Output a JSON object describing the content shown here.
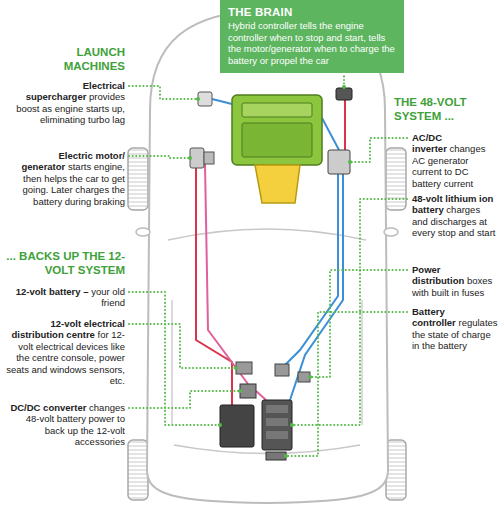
{
  "diagram": {
    "nodes": [
      {
        "text": [
          "THE BRAIN",
          "Hybrid controller tells the engine controller when to stop and start, tells the motor/generator when to charge the battery or propel the car"
        ]
      }
    ],
    "labels": [
      "LAUNCH MACHINES",
      "Electrical supercharger",
      "provides boost as engine starts up, eliminating turbo lag",
      "Electric motor/ generator",
      "starts engine, then helps the car to get going. Later charges the battery during braking",
      "... BACKS UP THE 12-VOLT SYSTEM",
      "12-volt battery –",
      "your old friend",
      "12-volt electrical distribution centre",
      "for 12-volt electrical devices like the centre console, power seats and windows sensors, etc.",
      "DC/DC converter",
      "changes 48-volt battery power to back up the 12-volt accessories",
      "THE 48-VOLT SYSTEM ...",
      "AC/DC inverter",
      "changes AC generator current to DC battery current",
      "48-volt lithium ion battery",
      "charges and discharges at every stop and start",
      "Power distribution",
      "boxes with built in fuses",
      "Battery controller",
      "regulates the state of charge in the battery"
    ]
  }
}
